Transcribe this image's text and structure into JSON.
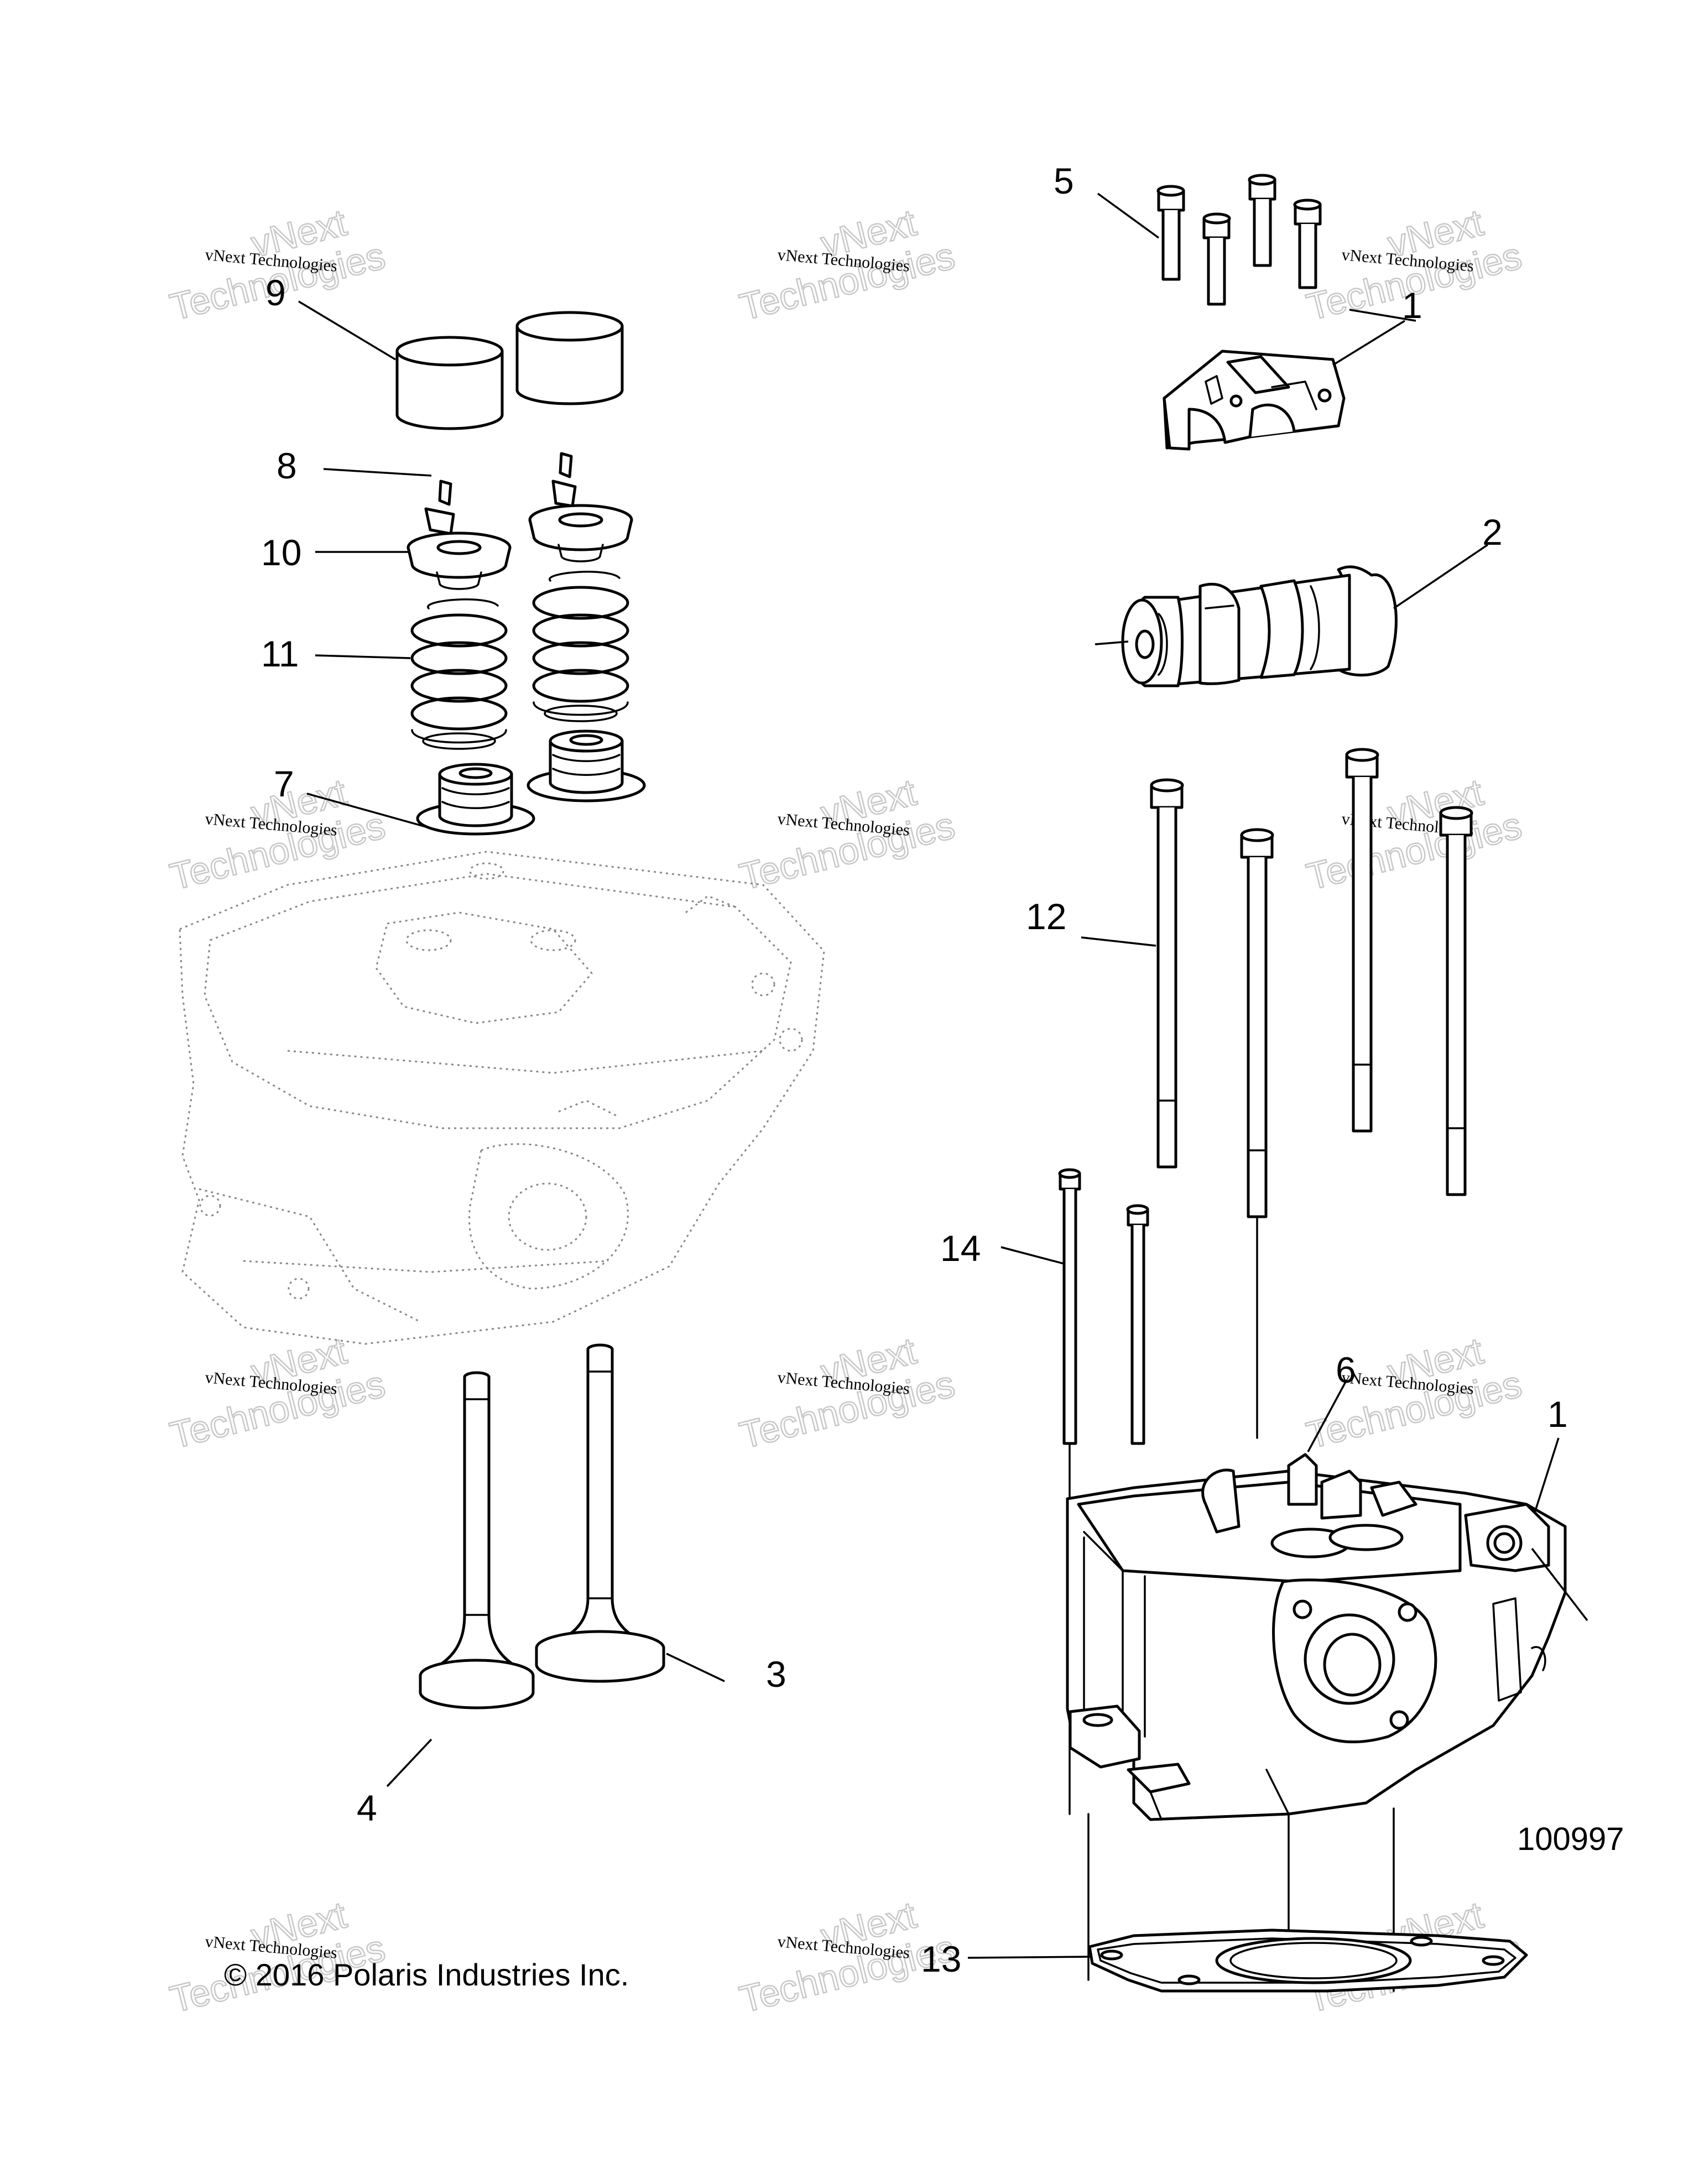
{
  "callouts": {
    "c1_top": "1",
    "c1_head": "1",
    "c2": "2",
    "c3": "3",
    "c4": "4",
    "c5": "5",
    "c6": "6",
    "c7": "7",
    "c8": "8",
    "c9": "9",
    "c10": "10",
    "c11": "11",
    "c12": "12",
    "c13": "13",
    "c14": "14"
  },
  "figure_id": "100997",
  "copyright": "© 2016 Polaris Industries Inc.",
  "watermark": {
    "small_text": "vNext Technologies",
    "big_line1": "vNext",
    "big_line2": "Technologies"
  }
}
